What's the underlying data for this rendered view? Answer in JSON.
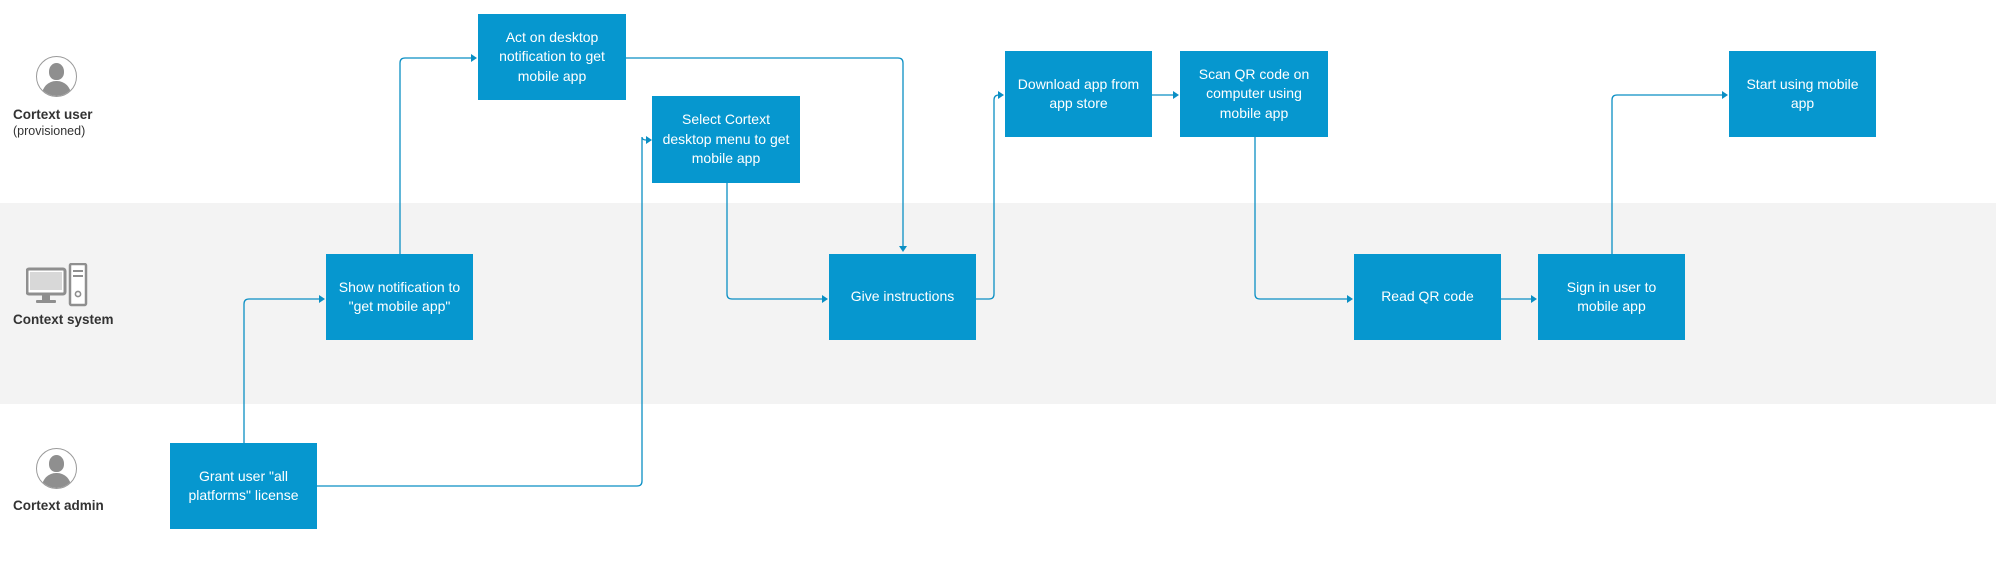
{
  "colors": {
    "box_fill": "#0697cf",
    "box_text": "#ffffff",
    "connector": "#0a8fc4",
    "lane_shade": "#f3f3f3",
    "icon_gray": "#8f8f8f"
  },
  "lanes": {
    "user": {
      "name": "Cortext user",
      "sub": "(provisioned)",
      "icon": "person-avatar-icon"
    },
    "system": {
      "name": "Context system",
      "icon": "computer-desktop-icon"
    },
    "admin": {
      "name": "Cortext admin",
      "icon": "person-avatar-icon"
    }
  },
  "steps": {
    "grant_license": "Grant user \"all platforms\" license",
    "show_notification": "Show notification to \"get mobile app\"",
    "act_on_notification": "Act on desktop notification to get mobile app",
    "select_menu": "Select Cortext desktop menu to get mobile app",
    "give_instructions": "Give instructions",
    "download_app": "Download app from app store",
    "scan_qr": "Scan QR code on computer using mobile app",
    "read_qr": "Read QR code",
    "sign_in": "Sign in user to mobile app",
    "start_using": "Start using mobile app"
  }
}
